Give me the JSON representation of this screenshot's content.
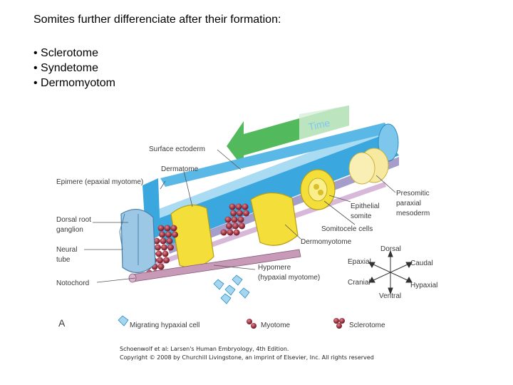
{
  "slide": {
    "heading": "Somites further differenciate after their formation:",
    "bullets": [
      "• Sclerotome",
      "• Syndetome",
      "• Dermomyotom"
    ]
  },
  "figure": {
    "time_label": "Time",
    "labels": {
      "surface_ectoderm": "Surface ectoderm",
      "dermatome": "Dermatome",
      "epimere": "Epimere (epaxial myotome)",
      "dorsal_root_ganglion_1": "Dorsal root",
      "dorsal_root_ganglion_2": "ganglion",
      "neural_tube_1": "Neural",
      "neural_tube_2": "tube",
      "notochord": "Notochord",
      "presomitic_1": "Presomitic",
      "presomitic_2": "paraxial",
      "presomitic_3": "mesoderm",
      "epithelial_somite_1": "Epithelial",
      "epithelial_somite_2": "somite",
      "somitocele_cells": "Somitocele cells",
      "dermomyotome": "Dermomyotome",
      "hypomere_1": "Hypomere",
      "hypomere_2": "(hypaxial myotome)",
      "panel_letter": "A"
    },
    "compass": {
      "dorsal": "Dorsal",
      "ventral": "Ventral",
      "epaxial": "Epaxial",
      "caudal": "Caudal",
      "cranial": "Cranial",
      "hypaxial": "Hypaxial"
    },
    "legend": {
      "migrating": "Migrating hypaxial cell",
      "myotome": "Myotome",
      "sclerotome": "Sclerotome"
    },
    "credit_line_1": "Schoenwolf et al: Larsen's Human Embryology, 4th Edition.",
    "credit_line_2": "Copyright © 2008 by Churchill Livingstone, an imprint of Elsevier, Inc. All rights reserved",
    "colors": {
      "ectoderm_blue": "#3aa7df",
      "ectoderm_light": "#a9dcf3",
      "yellow": "#f4df3a",
      "myotome_red": "#a83a48",
      "arrow_green": "#3fb24a",
      "neural_blue": "#9cc8e6"
    }
  }
}
